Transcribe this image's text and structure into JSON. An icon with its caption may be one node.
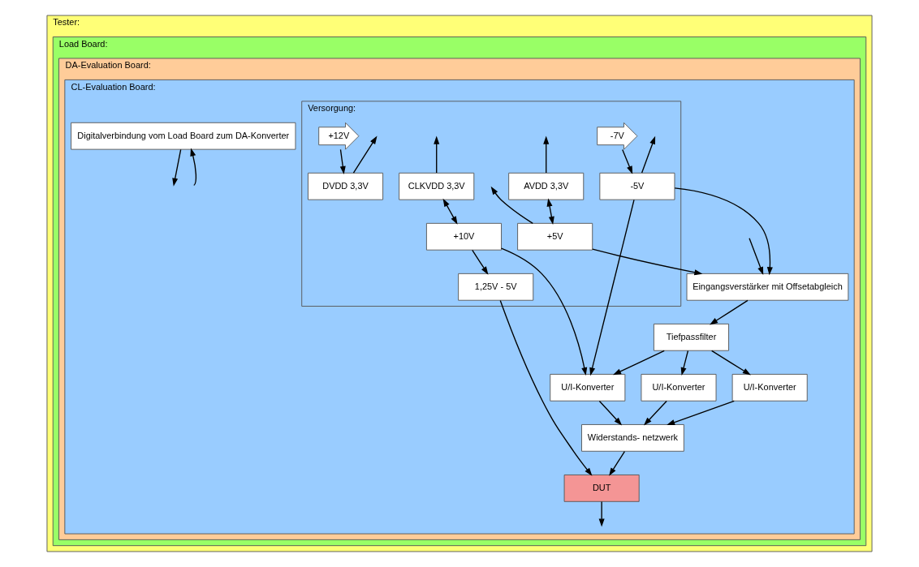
{
  "diagram": {
    "nodes": [
      {
        "text": [
          "Tester:"
        ]
      },
      {
        "text": [
          "Load Board:"
        ],
        "in": 0
      },
      {
        "text": [
          "DA-Evaluation Board:"
        ],
        "in": 1
      },
      {
        "text": [
          "CL-Evaluation Board:"
        ],
        "in": 2
      },
      {
        "text": [
          "Versorgung:"
        ],
        "in": 3
      },
      {
        "text": [
          "AVDD 3,3V"
        ],
        "in": 4
      },
      {
        "text": [
          "CLKVDD 3,3V"
        ],
        "in": 4
      },
      {
        "text": [
          "DVDD 3,3V"
        ],
        "in": 4
      },
      {
        "text": [
          "+12V"
        ],
        "in": 4
      },
      {
        "text": [
          "+5V"
        ],
        "in": 4
      },
      {
        "text": [
          "+10V"
        ],
        "in": 4
      },
      {
        "text": [
          "1,25V - 5V"
        ],
        "in": 4
      },
      {
        "text": [
          "-7V"
        ],
        "in": 4
      },
      {
        "text": [
          "-5V"
        ],
        "in": 4
      },
      {
        "text": [
          "Eingangsverstärker mit Offsetabgleich"
        ],
        "in": 3
      },
      {
        "text": [
          "Tiefpassfilter"
        ],
        "in": 3
      },
      {
        "text": [
          "U/I-Konverter"
        ],
        "in": 3
      },
      {
        "text": [
          "U/I-Konverter"
        ],
        "in": 3
      },
      {
        "text": [
          "U/I-Konverter"
        ],
        "in": 3
      },
      {
        "text": [
          "Widerstands- netzwerk"
        ],
        "in": 3
      },
      {
        "text": [
          "DUT"
        ],
        "in": 3
      },
      {
        "text": [
          "Digitalverbindung vom Load Board zum DA-Konverter"
        ],
        "in": 3
      }
    ],
    "edges": [
      {
        "from": 5,
        "to": null,
        "arrow": "to"
      },
      {
        "from": 9,
        "to": null,
        "arrow": "to"
      },
      {
        "from": 13,
        "to": null,
        "arrow": "to"
      },
      {
        "from": 6,
        "to": null,
        "arrow": "to"
      },
      {
        "from": 7,
        "to": null,
        "arrow": "to"
      },
      {
        "from": 5,
        "to": 9,
        "arrow": "both"
      },
      {
        "from": 6,
        "to": 10,
        "arrow": "both"
      },
      {
        "from": 8,
        "to": 7,
        "arrow": "to"
      },
      {
        "from": 10,
        "to": 11,
        "arrow": "to"
      },
      {
        "from": 12,
        "to": 13,
        "arrow": "to"
      },
      {
        "from": 9,
        "to": 14,
        "arrow": "to"
      },
      {
        "from": 13,
        "to": 14,
        "arrow": "to"
      },
      {
        "from": 13,
        "to": 16,
        "arrow": "to"
      },
      {
        "from": 10,
        "to": 16,
        "arrow": "to"
      },
      {
        "from": 11,
        "to": 20,
        "arrow": "to"
      },
      {
        "from": null,
        "to": 14,
        "arrow": "to"
      },
      {
        "from": 14,
        "to": 15,
        "arrow": "to"
      },
      {
        "from": 15,
        "to": 16,
        "arrow": "to"
      },
      {
        "from": 15,
        "to": 17,
        "arrow": "to"
      },
      {
        "from": 15,
        "to": 18,
        "arrow": "to"
      },
      {
        "from": 16,
        "to": 19,
        "arrow": "to"
      },
      {
        "from": 17,
        "to": 19,
        "arrow": "to"
      },
      {
        "from": 18,
        "to": 19,
        "arrow": "to"
      },
      {
        "from": 19,
        "to": 20,
        "arrow": "to"
      },
      {
        "from": 20,
        "to": null,
        "arrow": "to"
      },
      {
        "from": null,
        "to": 21,
        "arrow": "to"
      },
      {
        "from": 21,
        "to": null,
        "arrow": "to"
      }
    ]
  }
}
